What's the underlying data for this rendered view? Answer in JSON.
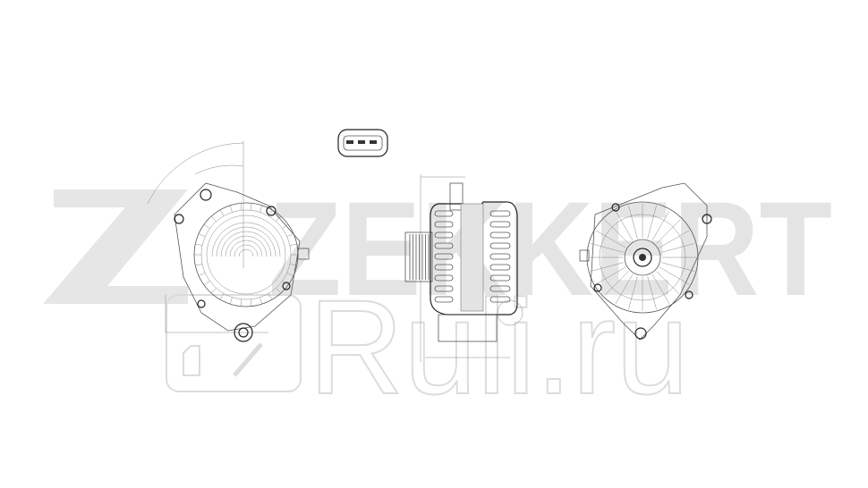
{
  "watermarks": {
    "brand": "ZEKKERT",
    "site": "Ruli.ru"
  },
  "drawing": {
    "subject": "alternator",
    "views": [
      "front-view-with-pulley-face",
      "side-view",
      "rear-view",
      "connector-plug"
    ]
  },
  "colors": {
    "line": "#555555",
    "watermark": "#e4e4e4"
  }
}
